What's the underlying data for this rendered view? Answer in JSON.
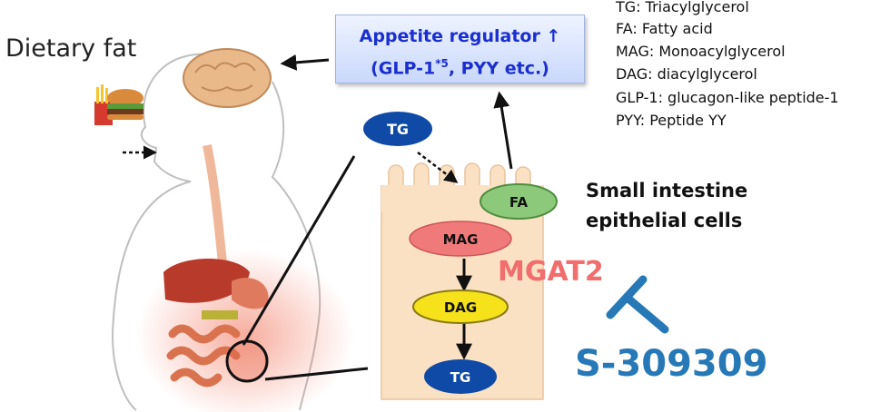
{
  "dietary_label": "Dietary fat",
  "regulator": {
    "line1": "Appetite regulator ↑",
    "line2_prefix": "(GLP-1",
    "line2_sup": "*5",
    "line2_suffix": ", PYY etc.)"
  },
  "legend": [
    "TG: Triacylglycerol",
    "FA: Fatty acid",
    "MAG: Monoacylglycerol",
    "DAG: diacylglycerol",
    "GLP-1: glucagon-like peptide-1",
    "PYY: Peptide YY"
  ],
  "cell_title": "Small intestine epithelial cells",
  "nodes": {
    "tg_top": "TG",
    "fa": "FA",
    "mag": "MAG",
    "dag": "DAG",
    "tg_bottom": "TG"
  },
  "enzyme": "MGAT2",
  "inhibitor": "S-309309",
  "colors": {
    "regulator_text": "#1b2fd0",
    "tg_node": "#0f4aa6",
    "fa_node": "#8cc97a",
    "mag_node": "#f07a7a",
    "dag_node": "#f5e21a",
    "enzyme_text": "#f26d6d",
    "inhibitor_text": "#2678b6",
    "cell_fill": "#fbe1c4"
  },
  "icons": [
    "food-icon",
    "human-body-icon",
    "brain-icon",
    "intestine-icon"
  ]
}
